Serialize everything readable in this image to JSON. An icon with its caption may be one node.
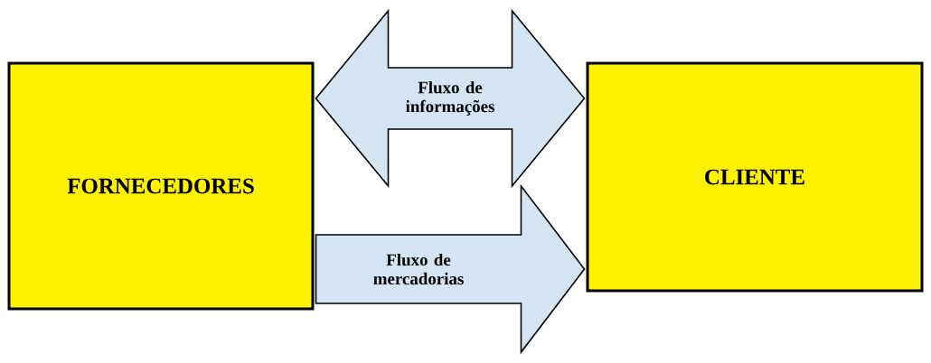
{
  "diagram": {
    "nodes": [
      {
        "text": [
          "FORNECEDORES"
        ]
      },
      {
        "text": [
          "CLIENTE"
        ]
      }
    ],
    "edges": [
      {
        "from": 0,
        "to": 1,
        "arrow": "both",
        "label": "Fluxo de informações"
      },
      {
        "from": 0,
        "to": 1,
        "arrow": "to",
        "label": "Fluxo de mercadorias"
      }
    ]
  }
}
